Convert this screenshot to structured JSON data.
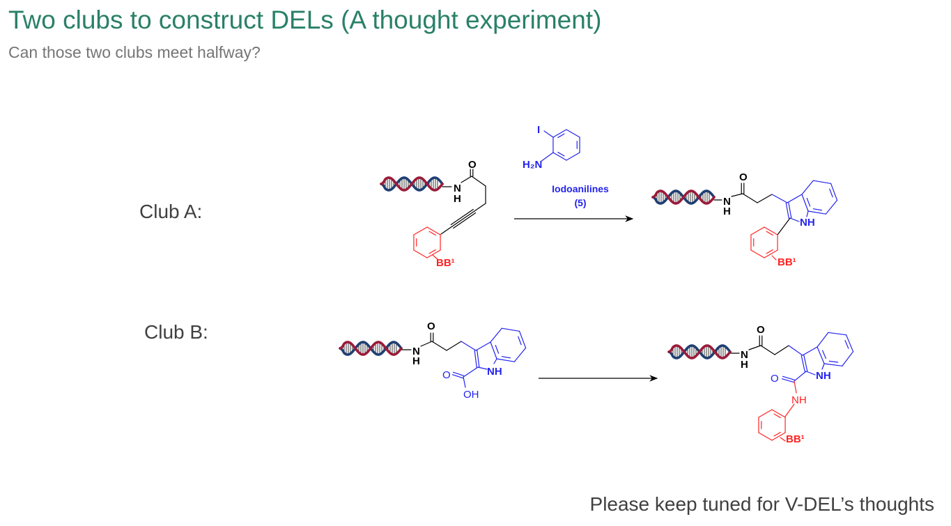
{
  "slide": {
    "title": "Two clubs to construct DELs (A thought experiment)",
    "subtitle": "Can those two clubs meet halfway?",
    "footer": "Please keep tuned for V-DEL’s thoughts"
  },
  "club_a": {
    "label": "Club A:",
    "reactant": {
      "n": "N",
      "h": "H",
      "o": "O",
      "bb": "BB¹"
    },
    "reagent": {
      "iodo": "I",
      "amine": "H₂N",
      "name": "Iodoanilines",
      "count": "(5)"
    },
    "product": {
      "n": "N",
      "h": "H",
      "o": "O",
      "nh": "NH",
      "bb": "BB¹"
    }
  },
  "club_b": {
    "label": "Club B:",
    "reactant": {
      "n": "N",
      "h": "H",
      "o": "O",
      "nh": "NH",
      "acid_o": "O",
      "oh": "OH"
    },
    "product": {
      "n": "N",
      "h": "H",
      "o": "O",
      "nh": "NH",
      "amide_o": "O",
      "amide_nh": "NH",
      "bb": "BB¹"
    }
  },
  "colors": {
    "title": "#2a8068",
    "text": "#404040",
    "blue": "#2222ee",
    "red": "#ff2222",
    "dna_red": "#9b1b3a",
    "dna_blue": "#1f3f73"
  }
}
